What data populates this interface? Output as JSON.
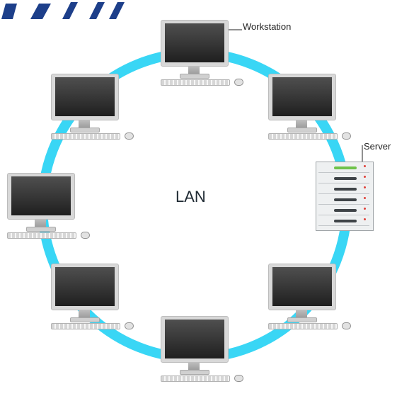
{
  "diagram": {
    "center_label": "LAN",
    "workstation_label": "Workstation",
    "server_label": "Server",
    "colors": {
      "ring": "#39d6f5",
      "monitor_screen": "#3a3a3a",
      "server_led": "#e0413a",
      "server_active_slot": "#6fc24a"
    }
  },
  "nodes": [
    "workstation",
    "workstation",
    "workstation",
    "workstation",
    "workstation",
    "workstation",
    "workstation",
    "server"
  ]
}
